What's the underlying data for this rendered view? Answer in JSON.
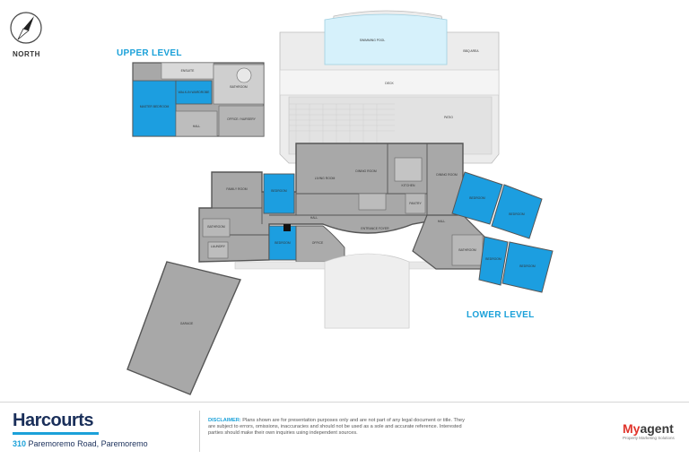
{
  "compass": {
    "label": "NORTH",
    "icon": "compass-arrow-icon"
  },
  "levels": {
    "upper": "UPPER LEVEL",
    "lower": "LOWER LEVEL"
  },
  "rooms": {
    "swimming_pool": "SWIMMING POOL",
    "bbq_area": "BBQ AREA",
    "deck": "DECK",
    "patio": "PATIO",
    "dining_room": "DINING ROOM",
    "living_room": "LIVING ROOM",
    "family_room": "FAMILY ROOM",
    "kitchen": "KITCHEN",
    "bedroom_1": "BEDROOM",
    "bedroom_2": "BEDROOM",
    "bedroom_3": "BEDROOM",
    "bedroom_4": "BEDROOM",
    "bedroom_5": "BEDROOM",
    "bedroom_6": "BEDROOM",
    "hall_1": "HALL",
    "hall_2": "HALL",
    "entrance_foyer": "ENTRANCE FOYER",
    "office": "OFFICE",
    "laundry": "LAUNDRY",
    "garage": "GARAGE",
    "bathroom_1": "BATHROOM",
    "bathroom_2": "BATHROOM",
    "pantry": "PANTRY",
    "master_bedroom": "MASTER BEDROOM",
    "walk_in_wardrobe": "WALK-IN WARDROBE",
    "ensuite": "ENSUITE",
    "upper_bathroom": "BATHROOM",
    "upper_office": "OFFICE / NURSERY",
    "upper_hall": "HALL"
  },
  "brand": {
    "name": "Harcourts"
  },
  "address": {
    "number": "310",
    "street": "Paremoremo Road, Paremoremo"
  },
  "disclaimer": {
    "title": "DISCLAIMER:",
    "text": "Plans shown are for presentation purposes only and are not part of any legal document or title. They are subject to errors, omissions, inaccuracies and should not be used as a sole and accurate reference. Interested parties should make their own inquiries using independent sources."
  },
  "agent": {
    "my": "My",
    "agent": "agent",
    "tagline": "Property Marketing Solutions"
  },
  "colors": {
    "accent": "#1ba1d9",
    "bedroom": "#1c9ee0",
    "floor": "#a8a8a8",
    "outdoor": "#e6e6e6",
    "brand_navy": "#1a2f5a"
  }
}
